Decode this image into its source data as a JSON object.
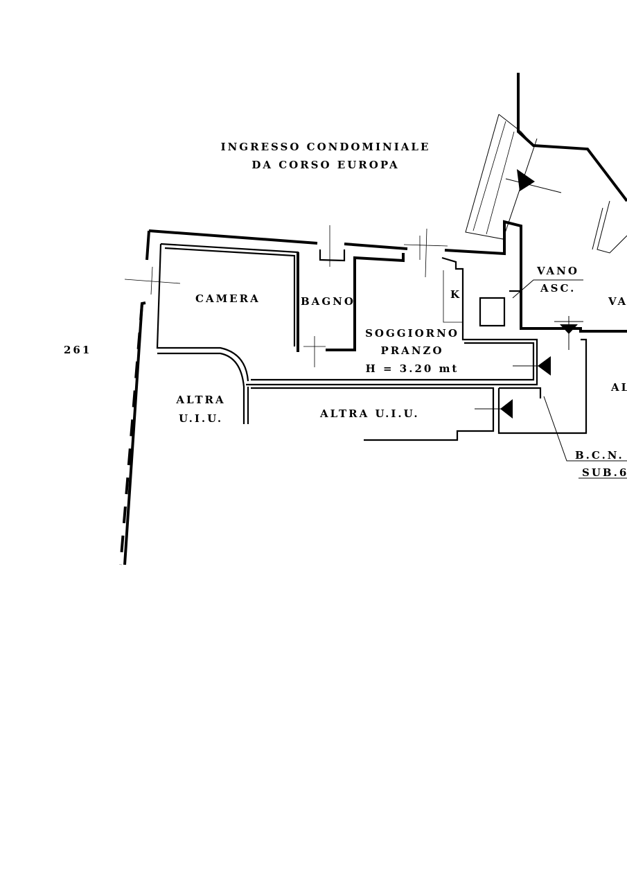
{
  "labels": {
    "entrance_line1": "INGRESSO CONDOMINIALE",
    "entrance_line2": "DA CORSO EUROPA",
    "parcel_number": "261",
    "camera": "CAMERA",
    "bagno": "BAGNO",
    "kitchen": "K",
    "soggiorno": "SOGGIORNO",
    "pranzo": "PRANZO",
    "height": "H = 3.20 mt",
    "vano": "VANO",
    "asc": "ASC.",
    "va_partial": "VA",
    "al_partial": "AL",
    "altra_line1": "ALTRA",
    "altra_line2": "U.I.U.",
    "altra_uiu": "ALTRA U.I.U.",
    "bcn": "B.C.N.",
    "sub": "SUB.6"
  }
}
